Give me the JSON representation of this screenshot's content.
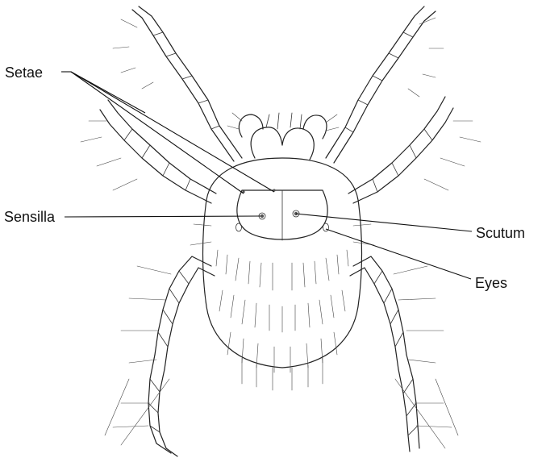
{
  "labels": {
    "setae": "Setae",
    "sensilla": "Sensilla",
    "scutum": "Scutum",
    "eyes": "Eyes"
  }
}
